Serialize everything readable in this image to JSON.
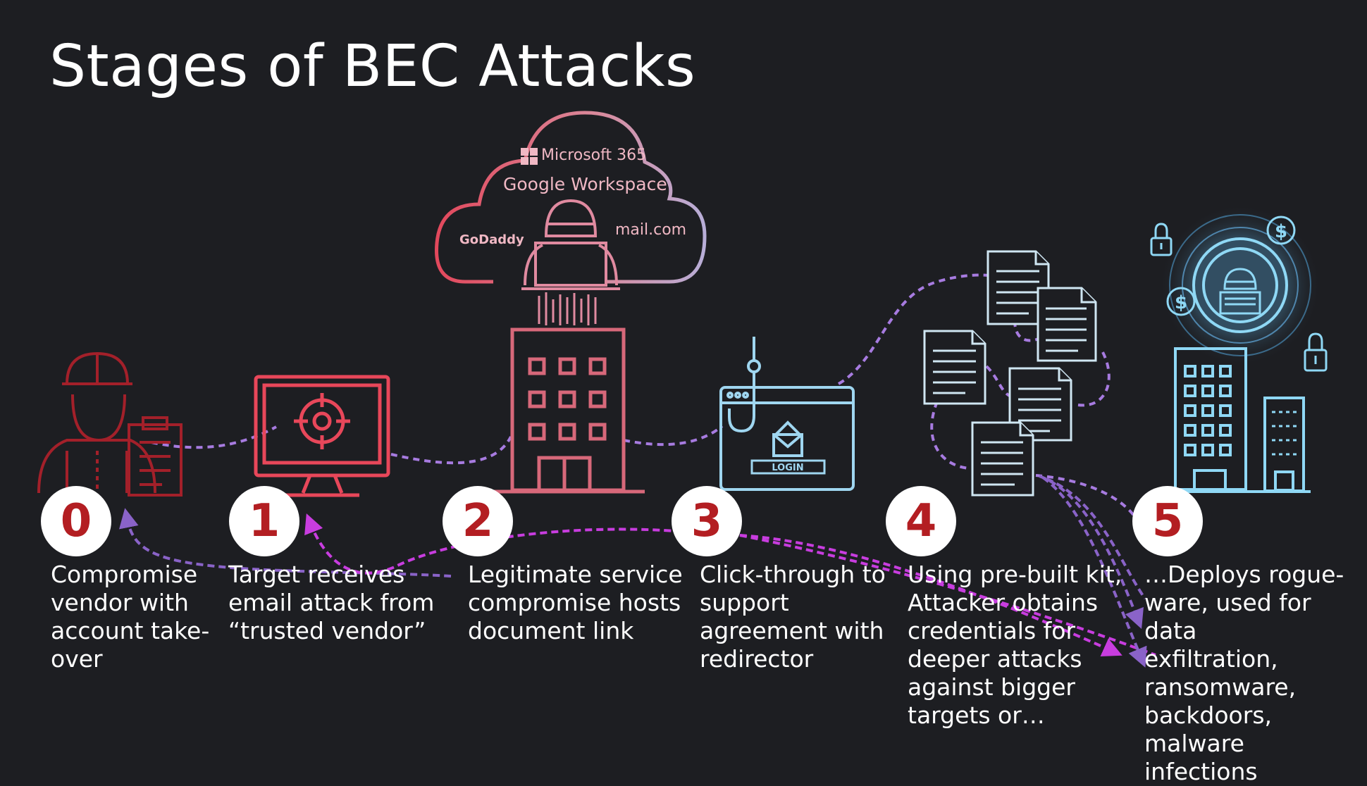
{
  "title": "Stages of BEC Attacks",
  "cloud": {
    "microsoft": "Microsoft 365",
    "google": "Google Workspace",
    "godaddy": "GoDaddy",
    "mail": "mail.com"
  },
  "login_label": "LOGIN",
  "stages": [
    {
      "number": "0",
      "caption": "Compromise\nvendor with\naccount take-\nover"
    },
    {
      "number": "1",
      "caption": "Target receives\nemail attack from\n“trusted vendor”"
    },
    {
      "number": "2",
      "caption": "Legitimate service\ncompromise hosts\ndocument link"
    },
    {
      "number": "3",
      "caption": "Click-through to\nsupport\nagreement with\nredirector"
    },
    {
      "number": "4",
      "caption": "Using pre-built kit,\nAttacker obtains\ncredentials for\ndeeper attacks\nagainst bigger\ntargets or…"
    },
    {
      "number": "5",
      "caption": "…Deploys rogue-\nware, used for data\nexfiltration,\nransomware,\nbackdoors, malware\ninfections"
    }
  ],
  "colors": {
    "background": "#1d1e22",
    "badge_text": "#b31e22",
    "stage0": "#a3202a",
    "stage1": "#e8475a",
    "stage2": "#d7687a",
    "stage3": "#9fd6f0",
    "stage4": "#cfe6f2",
    "stage5": "#8fd8f5",
    "connector": "#a77be0",
    "arrow": "#c83ddf"
  }
}
